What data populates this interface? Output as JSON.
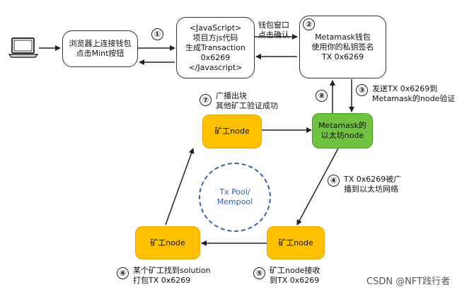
{
  "nodes": {
    "browser": "浏览器上连接钱包\n点击Mint按钮",
    "js_project": "<JavaScript>\n项目方js代码\n生成Transaction\n0x6269\n</Javascript>",
    "metamask": "Metamask钱包\n使用你的私钥签名\nTX 0x6269",
    "metamask_node": "Metamask的\n以太坊node",
    "miner_top": "矿工node",
    "miner_bottom_right": "矿工node",
    "miner_bottom_left": "矿工node"
  },
  "pool_label": "Tx Pool/\nMempool",
  "edge_labels": {
    "wallet_popup": "钱包窗口\n点击确认"
  },
  "steps": [
    {
      "number": "①",
      "text": ""
    },
    {
      "number": "②",
      "text": ""
    },
    {
      "number": "③",
      "text": "发送TX 0x6269到\nMetamask的node验证"
    },
    {
      "number": "④",
      "text": "TX 0x6269被广\n播到以太坊网络"
    },
    {
      "number": "⑤",
      "text": "矿工node接收\n到TX 0x6269"
    },
    {
      "number": "⑥",
      "text": "某个矿工找到solution\n打包TX 0x6269"
    },
    {
      "number": "⑦",
      "text": "广播出块\n其他矿工验证成功"
    },
    {
      "number": "⑧",
      "text": ""
    }
  ],
  "watermark": "CSDN @NFT践行者",
  "icons": [
    "laptop-icon"
  ]
}
